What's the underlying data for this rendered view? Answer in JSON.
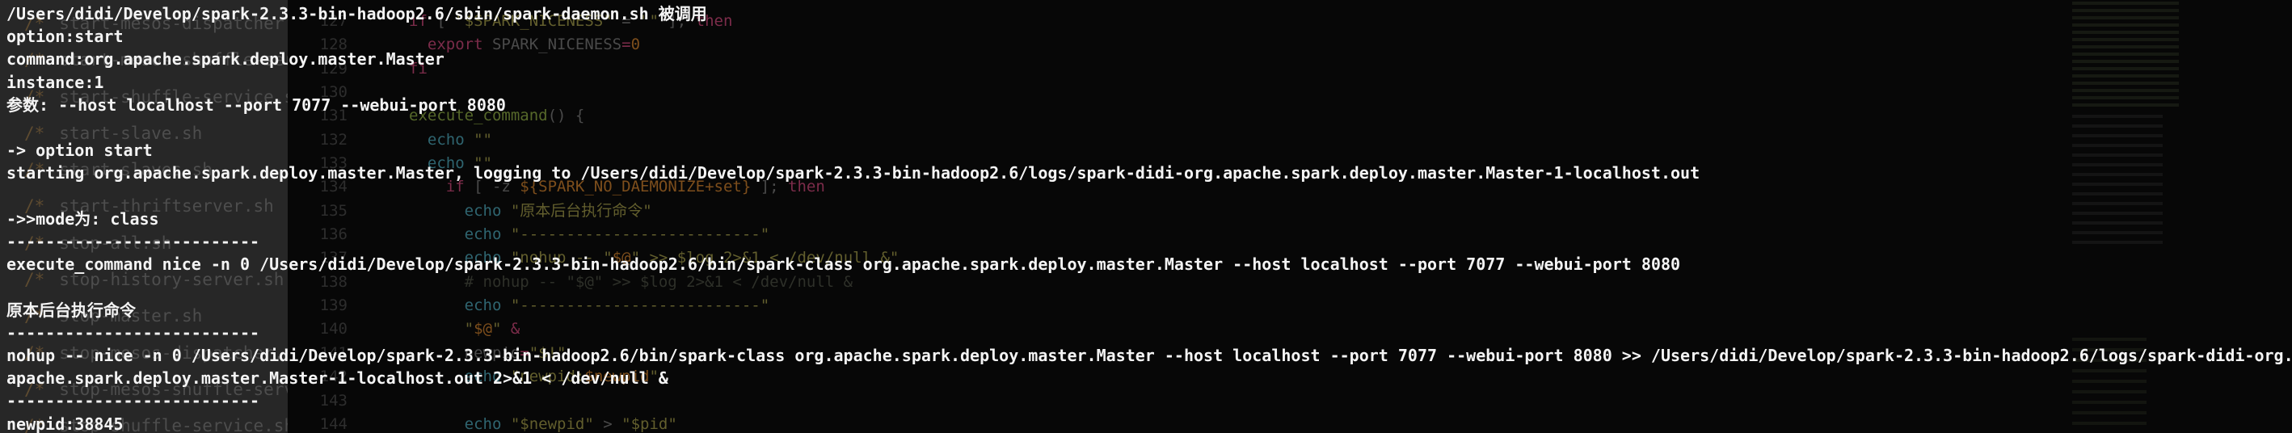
{
  "terminal": {
    "lines": [
      "/Users/didi/Develop/spark-2.3.3-bin-hadoop2.6/sbin/spark-daemon.sh 被调用",
      "option:start",
      "command:org.apache.spark.deploy.master.Master",
      "instance:1",
      "参数: --host localhost --port 7077 --webui-port 8080",
      "",
      "-> option start",
      "starting org.apache.spark.deploy.master.Master, logging to /Users/didi/Develop/spark-2.3.3-bin-hadoop2.6/logs/spark-didi-org.apache.spark.deploy.master.Master-1-localhost.out",
      "",
      "->>mode为: class",
      "--------------------------",
      "execute_command nice -n 0 /Users/didi/Develop/spark-2.3.3-bin-hadoop2.6/bin/spark-class org.apache.spark.deploy.master.Master --host localhost --port 7077 --webui-port 8080",
      "",
      "原本后台执行命令",
      "--------------------------",
      "nohup -- nice -n 0 /Users/didi/Develop/spark-2.3.3-bin-hadoop2.6/bin/spark-class org.apache.spark.deploy.master.Master --host localhost --port 7077 --webui-port 8080 >> /Users/didi/Develop/spark-2.3.3-bin-hadoop2.6/logs/spark-didi-org.",
      "apache.spark.deploy.master.Master-1-localhost.out 2>&1 < /dev/null &",
      "--------------------------",
      "newpid:38845"
    ]
  },
  "editor": {
    "file_hint": "spark-daemon.sh",
    "lines": [
      {
        "num": "127",
        "segments": [
          {
            "t": "if",
            "c": "kw"
          },
          {
            "t": " [ ",
            "c": "plain"
          },
          {
            "t": "\"$SPARK_NICENESS\"",
            "c": "str"
          },
          {
            "t": " = ",
            "c": "plain"
          },
          {
            "t": "\"\"",
            "c": "str"
          },
          {
            "t": " ]; ",
            "c": "plain"
          },
          {
            "t": "then",
            "c": "kw"
          }
        ]
      },
      {
        "num": "128",
        "segments": [
          {
            "t": "  ",
            "c": "plain"
          },
          {
            "t": "export",
            "c": "kw"
          },
          {
            "t": " SPARK_NICENESS",
            "c": "plain"
          },
          {
            "t": "=",
            "c": "kw"
          },
          {
            "t": "0",
            "c": "var"
          }
        ]
      },
      {
        "num": "129",
        "segments": [
          {
            "t": "fi",
            "c": "kw"
          }
        ]
      },
      {
        "num": "130",
        "segments": []
      },
      {
        "num": "131",
        "segments": [
          {
            "t": "execute_command",
            "c": "fn"
          },
          {
            "t": "() {",
            "c": "plain"
          }
        ]
      },
      {
        "num": "132",
        "segments": [
          {
            "t": "  ",
            "c": "plain"
          },
          {
            "t": "echo",
            "c": "cmd"
          },
          {
            "t": " ",
            "c": "plain"
          },
          {
            "t": "\"\"",
            "c": "str"
          }
        ]
      },
      {
        "num": "133",
        "segments": [
          {
            "t": "  ",
            "c": "plain"
          },
          {
            "t": "echo",
            "c": "cmd"
          },
          {
            "t": " ",
            "c": "plain"
          },
          {
            "t": "\"\"",
            "c": "str"
          }
        ]
      },
      {
        "num": "134",
        "segments": [
          {
            "t": "    ",
            "c": "plain"
          },
          {
            "t": "if",
            "c": "kw"
          },
          {
            "t": " [ -z ",
            "c": "plain"
          },
          {
            "t": "${SPARK_NO_DAEMONIZE+set}",
            "c": "var"
          },
          {
            "t": " ]; ",
            "c": "plain"
          },
          {
            "t": "then",
            "c": "kw"
          }
        ]
      },
      {
        "num": "135",
        "segments": [
          {
            "t": "      ",
            "c": "plain"
          },
          {
            "t": "echo",
            "c": "cmd"
          },
          {
            "t": " ",
            "c": "plain"
          },
          {
            "t": "\"原本后台执行命令\"",
            "c": "str"
          }
        ]
      },
      {
        "num": "136",
        "segments": [
          {
            "t": "      ",
            "c": "plain"
          },
          {
            "t": "echo",
            "c": "cmd"
          },
          {
            "t": " ",
            "c": "plain"
          },
          {
            "t": "\"--------------------------\"",
            "c": "str"
          }
        ]
      },
      {
        "num": "137",
        "segments": [
          {
            "t": "      ",
            "c": "plain"
          },
          {
            "t": "echo",
            "c": "cmd"
          },
          {
            "t": " ",
            "c": "plain"
          },
          {
            "t": "\"nohup -- \"",
            "c": "str"
          },
          {
            "t": "$@",
            "c": "var"
          },
          {
            "t": "\" >> $log 2>&1 < /dev/null &\"",
            "c": "str"
          }
        ]
      },
      {
        "num": "138",
        "segments": [
          {
            "t": "      ",
            "c": "plain"
          },
          {
            "t": "# nohup -- \"$@\" >> $log 2>&1 < /dev/null &",
            "c": "comment"
          }
        ]
      },
      {
        "num": "139",
        "segments": [
          {
            "t": "      ",
            "c": "plain"
          },
          {
            "t": "echo",
            "c": "cmd"
          },
          {
            "t": " ",
            "c": "plain"
          },
          {
            "t": "\"--------------------------\"",
            "c": "str"
          }
        ]
      },
      {
        "num": "140",
        "segments": [
          {
            "t": "      ",
            "c": "plain"
          },
          {
            "t": "\"",
            "c": "str"
          },
          {
            "t": "$@",
            "c": "var"
          },
          {
            "t": "\"",
            "c": "str"
          },
          {
            "t": " &",
            "c": "kw"
          }
        ]
      },
      {
        "num": "141",
        "segments": [
          {
            "t": "      ",
            "c": "plain"
          },
          {
            "t": "newpid",
            "c": "plain"
          },
          {
            "t": "=",
            "c": "kw"
          },
          {
            "t": "\"$!\"",
            "c": "str"
          }
        ]
      },
      {
        "num": "142",
        "segments": [
          {
            "t": "      ",
            "c": "plain"
          },
          {
            "t": "echo",
            "c": "cmd"
          },
          {
            "t": " ",
            "c": "plain"
          },
          {
            "t": "\"newpid:",
            "c": "str"
          },
          {
            "t": "$newpid",
            "c": "var"
          },
          {
            "t": "\"",
            "c": "str"
          }
        ]
      },
      {
        "num": "143",
        "segments": []
      },
      {
        "num": "144",
        "segments": [
          {
            "t": "      ",
            "c": "plain"
          },
          {
            "t": "echo",
            "c": "cmd"
          },
          {
            "t": " ",
            "c": "plain"
          },
          {
            "t": "\"$newpid\"",
            "c": "str"
          },
          {
            "t": " > ",
            "c": "plain"
          },
          {
            "t": "\"$pid\"",
            "c": "str"
          }
        ]
      }
    ]
  },
  "background_files": {
    "items": [
      {
        "prefix": "/*",
        "name": "start-mesos-dispatcher.sh"
      },
      {
        "prefix": "/*",
        "name": "start-mesos-shuffle-service.sh"
      },
      {
        "prefix": "/*",
        "name": "start-shuffle-service.sh"
      },
      {
        "prefix": "/*",
        "name": "start-slave.sh"
      },
      {
        "prefix": "/*",
        "name": "start-slaves.sh"
      },
      {
        "prefix": "/*",
        "name": "start-thriftserver.sh"
      },
      {
        "prefix": "/*",
        "name": "stop-all.sh"
      },
      {
        "prefix": "/*",
        "name": "stop-history-server.sh"
      },
      {
        "prefix": "/*",
        "name": "stop-master.sh"
      },
      {
        "prefix": "/*",
        "name": "stop-mesos-dispatcher.sh"
      },
      {
        "prefix": "/*",
        "name": "stop-mesos-shuffle-service.sh"
      },
      {
        "prefix": "/*",
        "name": "stop-shuffle-service.sh"
      }
    ]
  },
  "colors": {
    "terminal_fg": "#f4f4f4",
    "editor_bg": "#070707",
    "overlay_panel_bg": "#2c2c2c",
    "keyword": "#7c2c4a",
    "command": "#2f6570",
    "string": "#625e2d",
    "variable": "#7d4e1c",
    "function": "#56682a",
    "line_number": "#2d2d2d",
    "faded_file_name": "#4d4d4d"
  }
}
